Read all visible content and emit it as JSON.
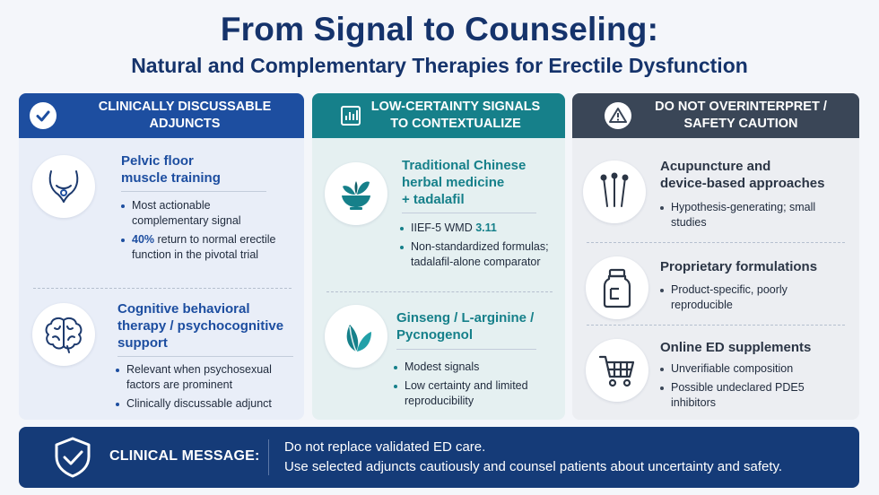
{
  "title": "From Signal to Counseling:",
  "subtitle": "Natural and Complementary Therapies for Erectile Dysfunction",
  "colors": {
    "blue": "#1d4ea0",
    "teal": "#16808a",
    "slate": "#3a4657",
    "navy": "#153b78"
  },
  "columns": [
    {
      "header": "CLINICALLY DISCUSSABLE ADJUNCTS",
      "header_icon": "check-circle-icon",
      "items": [
        {
          "icon": "pelvis-icon",
          "title_line1": "Pelvic floor",
          "title_line2": "muscle training",
          "bullet1": "Most actionable complementary signal",
          "bullet2_highlight": "40%",
          "bullet2_rest": " return to normal erectile function in the pivotal trial"
        },
        {
          "icon": "brain-icon",
          "title_line1": "Cognitive behavioral",
          "title_line2": "therapy / psychocognitive",
          "title_line3": "support",
          "bullet1": "Relevant when psychosexual factors are prominent",
          "bullet2": "Clinically discussable adjunct"
        }
      ]
    },
    {
      "header_line1": "LOW-CERTAINTY SIGNALS",
      "header_line2": "TO CONTEXTUALIZE",
      "header_icon": "bar-chart-icon",
      "items": [
        {
          "icon": "herbal-bowl-icon",
          "title_line1": "Traditional Chinese",
          "title_line2": "herbal medicine",
          "title_line3": "+ tadalafil",
          "bullet1_prefix": "IIEF-5 WMD ",
          "bullet1_highlight": "3.11",
          "bullet2": "Non-standardized formulas; tadalafil-alone comparator"
        },
        {
          "icon": "leaf-icon",
          "title_line1": "Ginseng / L-arginine /",
          "title_line2": "Pycnogenol",
          "bullet1": "Modest signals",
          "bullet2": "Low certainty and limited reproducibility"
        }
      ]
    },
    {
      "header_line1": "DO NOT OVERINTERPRET /",
      "header_line2": "SAFETY CAUTION",
      "header_icon": "warning-icon",
      "items": [
        {
          "icon": "acupuncture-needles-icon",
          "title_line1": "Acupuncture and",
          "title_line2": "device-based approaches",
          "bullet1": "Hypothesis-generating; small studies"
        },
        {
          "icon": "pill-bottle-icon",
          "title_line1": "Proprietary formulations",
          "bullet1": "Product-specific, poorly reproducible"
        },
        {
          "icon": "shopping-cart-icon",
          "title_line1": "Online ED supplements",
          "bullet1": "Unverifiable composition",
          "bullet2": "Possible undeclared PDE5 inhibitors"
        }
      ]
    }
  ],
  "banner": {
    "icon": "shield-check-icon",
    "label": "CLINICAL MESSAGE:",
    "line1": "Do not replace validated ED care.",
    "line2": "Use selected adjuncts cautiously and counsel patients about uncertainty and safety."
  }
}
